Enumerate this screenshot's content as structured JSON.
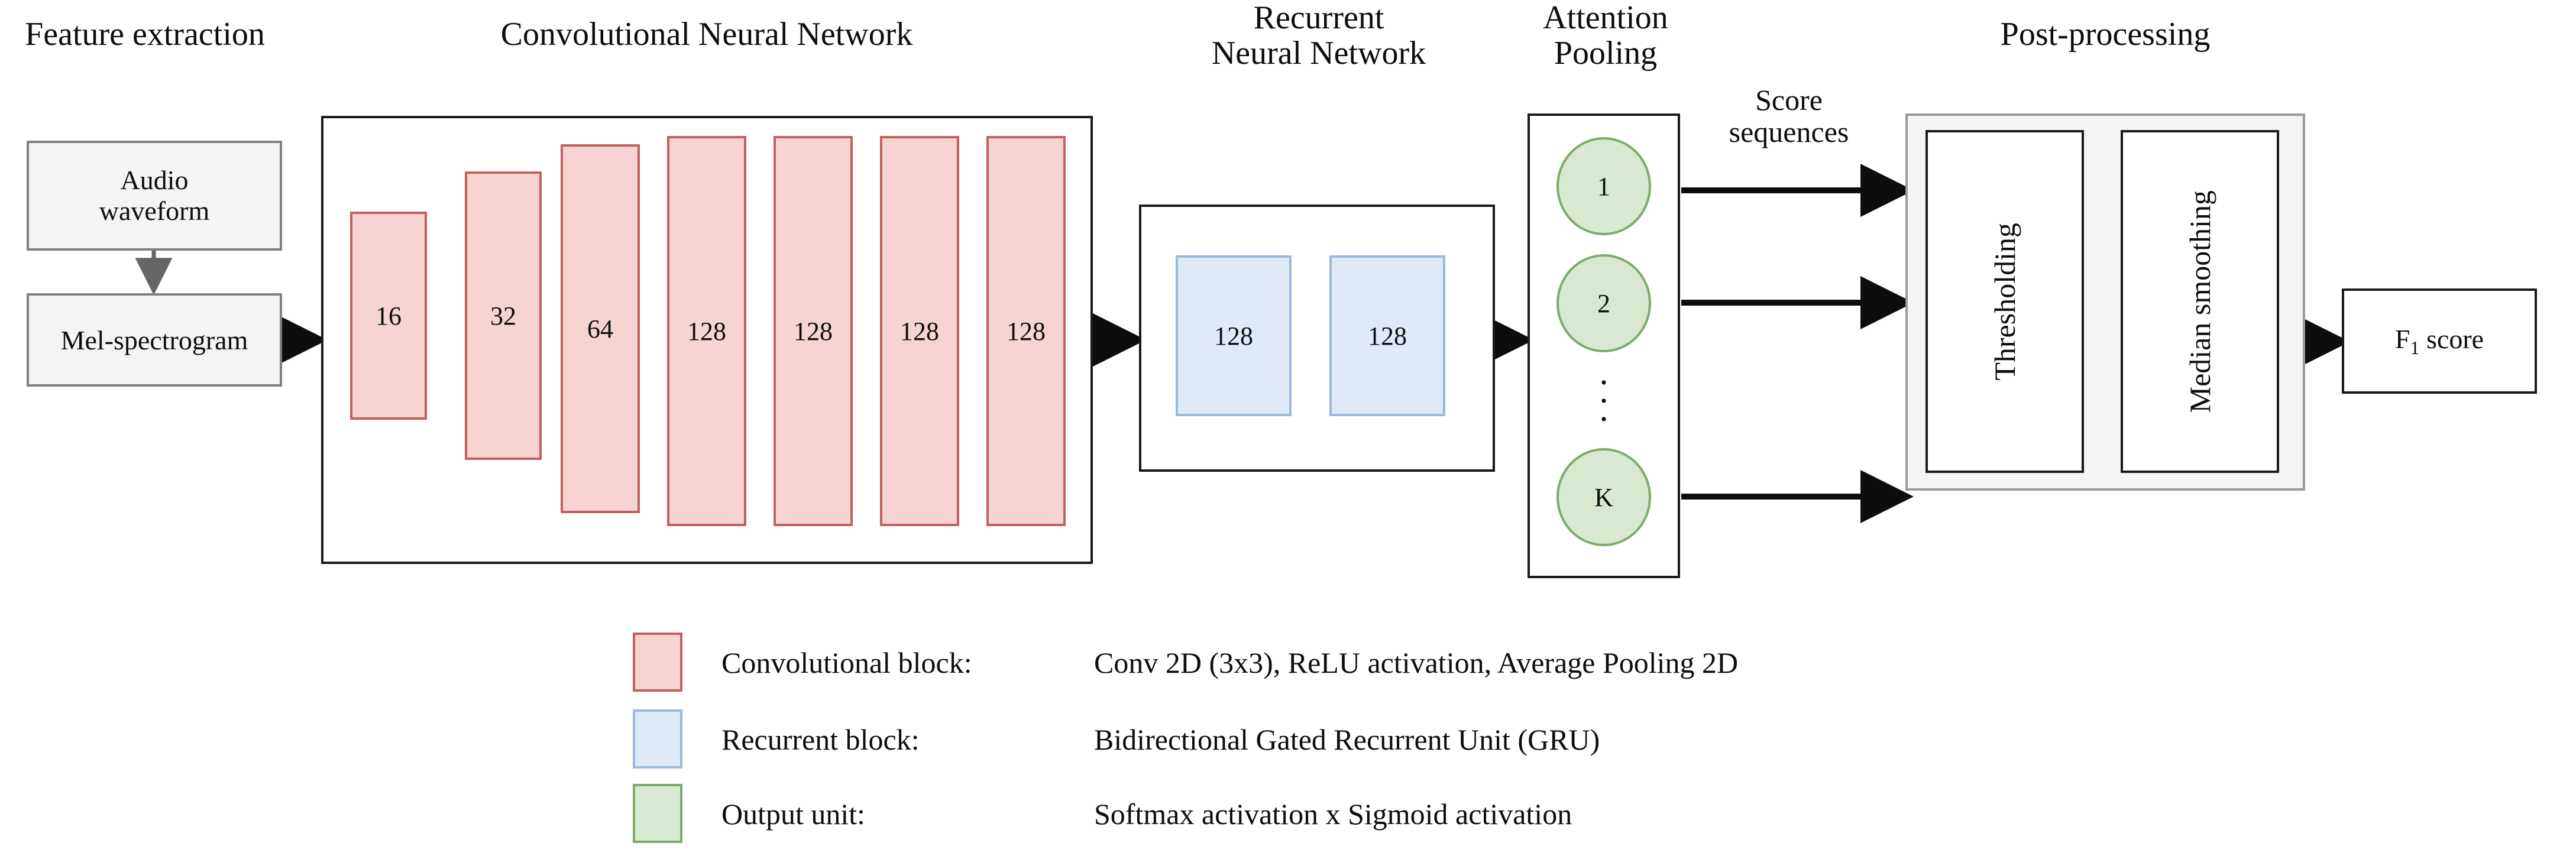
{
  "diagram": {
    "title_feature_extraction": "Feature extraction",
    "title_cnn": "Convolutional Neural Network",
    "title_rnn": "Recurrent\nNeural Network",
    "title_attention": "Attention\nPooling",
    "title_postprocessing": "Post-processing",
    "label_score_sequences": "Score\nsequences"
  },
  "feature_extraction": {
    "audio_waveform": "Audio\nwaveform",
    "mel_spectrogram": "Mel-spectrogram"
  },
  "cnn": {
    "blocks": [
      {
        "label": "16"
      },
      {
        "label": "32"
      },
      {
        "label": "64"
      },
      {
        "label": "128"
      },
      {
        "label": "128"
      },
      {
        "label": "128"
      },
      {
        "label": "128"
      }
    ]
  },
  "rnn": {
    "blocks": [
      {
        "label": "128"
      },
      {
        "label": "128"
      }
    ]
  },
  "attention": {
    "units": [
      {
        "label": "1"
      },
      {
        "label": "2"
      },
      {
        "label": "K"
      }
    ],
    "ellipsis": "·\n·\n·"
  },
  "postprocessing": {
    "stage_1": "Thresholding",
    "stage_2": "Median smoothing"
  },
  "output": {
    "f1_prefix": "F",
    "f1_sub": "1",
    "f1_suffix": " score"
  },
  "legend": {
    "rows": [
      {
        "name": "Convolutional block:",
        "desc": "Conv 2D (3x3), ReLU activation, Average Pooling 2D",
        "swatch": "conv"
      },
      {
        "name": "Recurrent block:",
        "desc": "Bidirectional Gated Recurrent Unit (GRU)",
        "swatch": "rec"
      },
      {
        "name": "Output unit:",
        "desc": "Softmax activation x Sigmoid activation",
        "swatch": "out"
      }
    ]
  },
  "colors": {
    "conv_fill": "#f7d3d2",
    "conv_border": "#c1615f",
    "rec_fill": "#dfe9f8",
    "rec_border": "#9cb8dd",
    "out_fill": "#d9e9d1",
    "out_border": "#7cab68",
    "grey_fill": "#f4f4f4",
    "grey_border": "#808080",
    "line": "#0d0d0d"
  }
}
